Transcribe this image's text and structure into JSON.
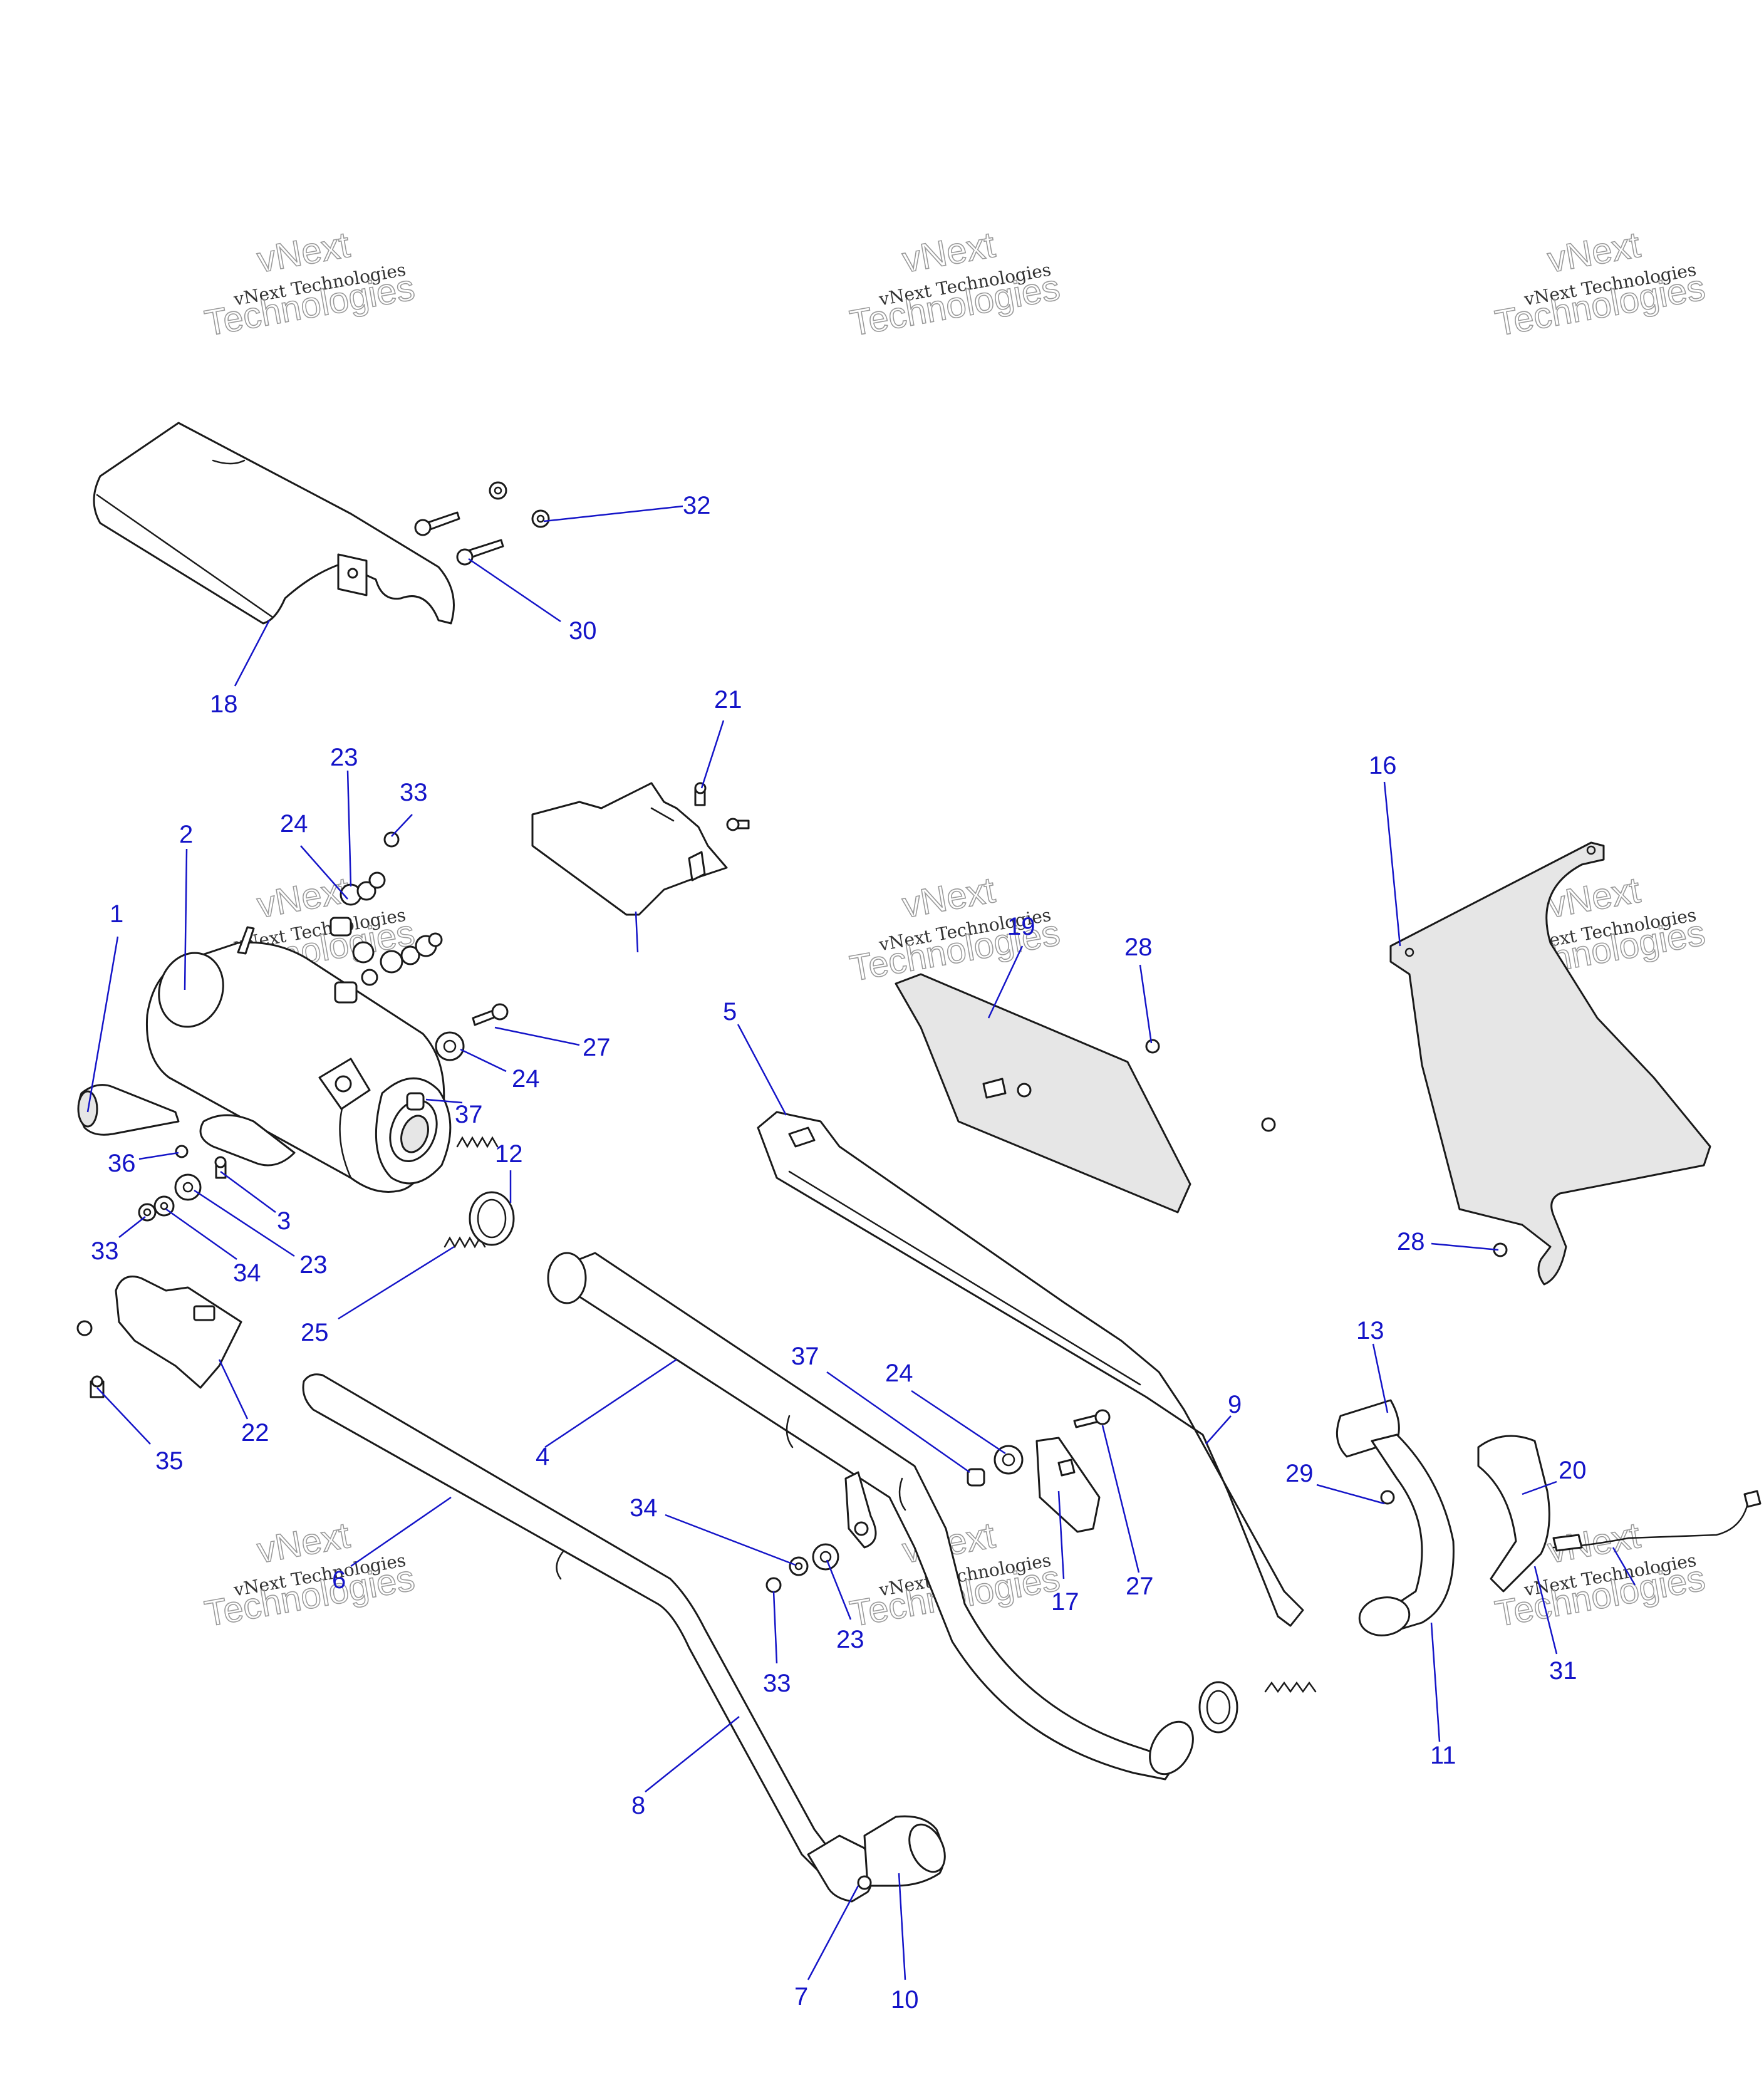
{
  "watermark": {
    "text_small": "vNext Technologies",
    "text_line1": "vNext",
    "text_line2": "Technologies"
  },
  "callouts": [
    "1",
    "2",
    "3",
    "4",
    "5",
    "6",
    "7",
    "8",
    "9",
    "10",
    "11",
    "12",
    "13",
    "16",
    "17",
    "18",
    "19",
    "20",
    "21",
    "22",
    "23",
    "24",
    "25",
    "27",
    "28",
    "29",
    "30",
    "31",
    "32",
    "33",
    "34",
    "35",
    "36",
    "37"
  ],
  "colors": {
    "callout": "#1414c8",
    "line": "#1a1a1a"
  }
}
